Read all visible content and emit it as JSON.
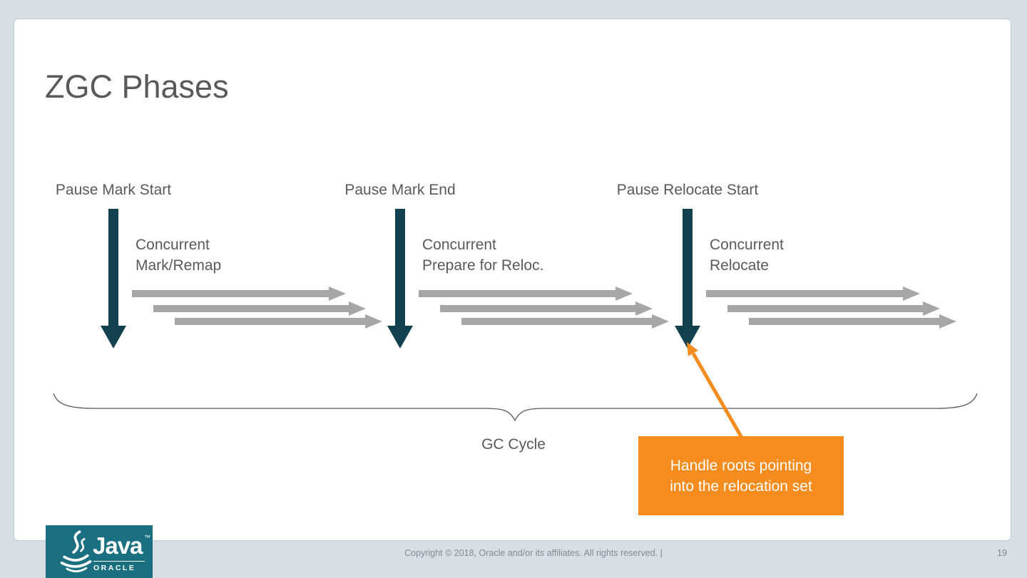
{
  "slide": {
    "title": "ZGC Phases",
    "gc_cycle_label": "GC Cycle",
    "footer_copyright": "Copyright © 2018, Oracle and/or its affiliates. All rights reserved.  |",
    "page_number": "19"
  },
  "phases": [
    {
      "pause_label": "Pause Mark Start",
      "concurrent_line1": "Concurrent",
      "concurrent_line2": "Mark/Remap"
    },
    {
      "pause_label": "Pause Mark End",
      "concurrent_line1": "Concurrent",
      "concurrent_line2": "Prepare for Reloc."
    },
    {
      "pause_label": "Pause Relocate Start",
      "concurrent_line1": "Concurrent",
      "concurrent_line2": "Relocate"
    }
  ],
  "callout": {
    "line1": "Handle roots pointing",
    "line2": "into the relocation set"
  },
  "branding": {
    "java_wordmark": "Java",
    "trademark": "™",
    "oracle_wordmark": "ORACLE"
  },
  "colors": {
    "pause_arrow_teal": "#11404f",
    "concurrent_arrow_gray": "#a6a6a6",
    "callout_orange": "#f68b1e",
    "java_box_teal": "#1a7080",
    "page_background": "#d7dee4",
    "text_gray": "#595959",
    "footer_text_gray": "#7f8b95"
  }
}
